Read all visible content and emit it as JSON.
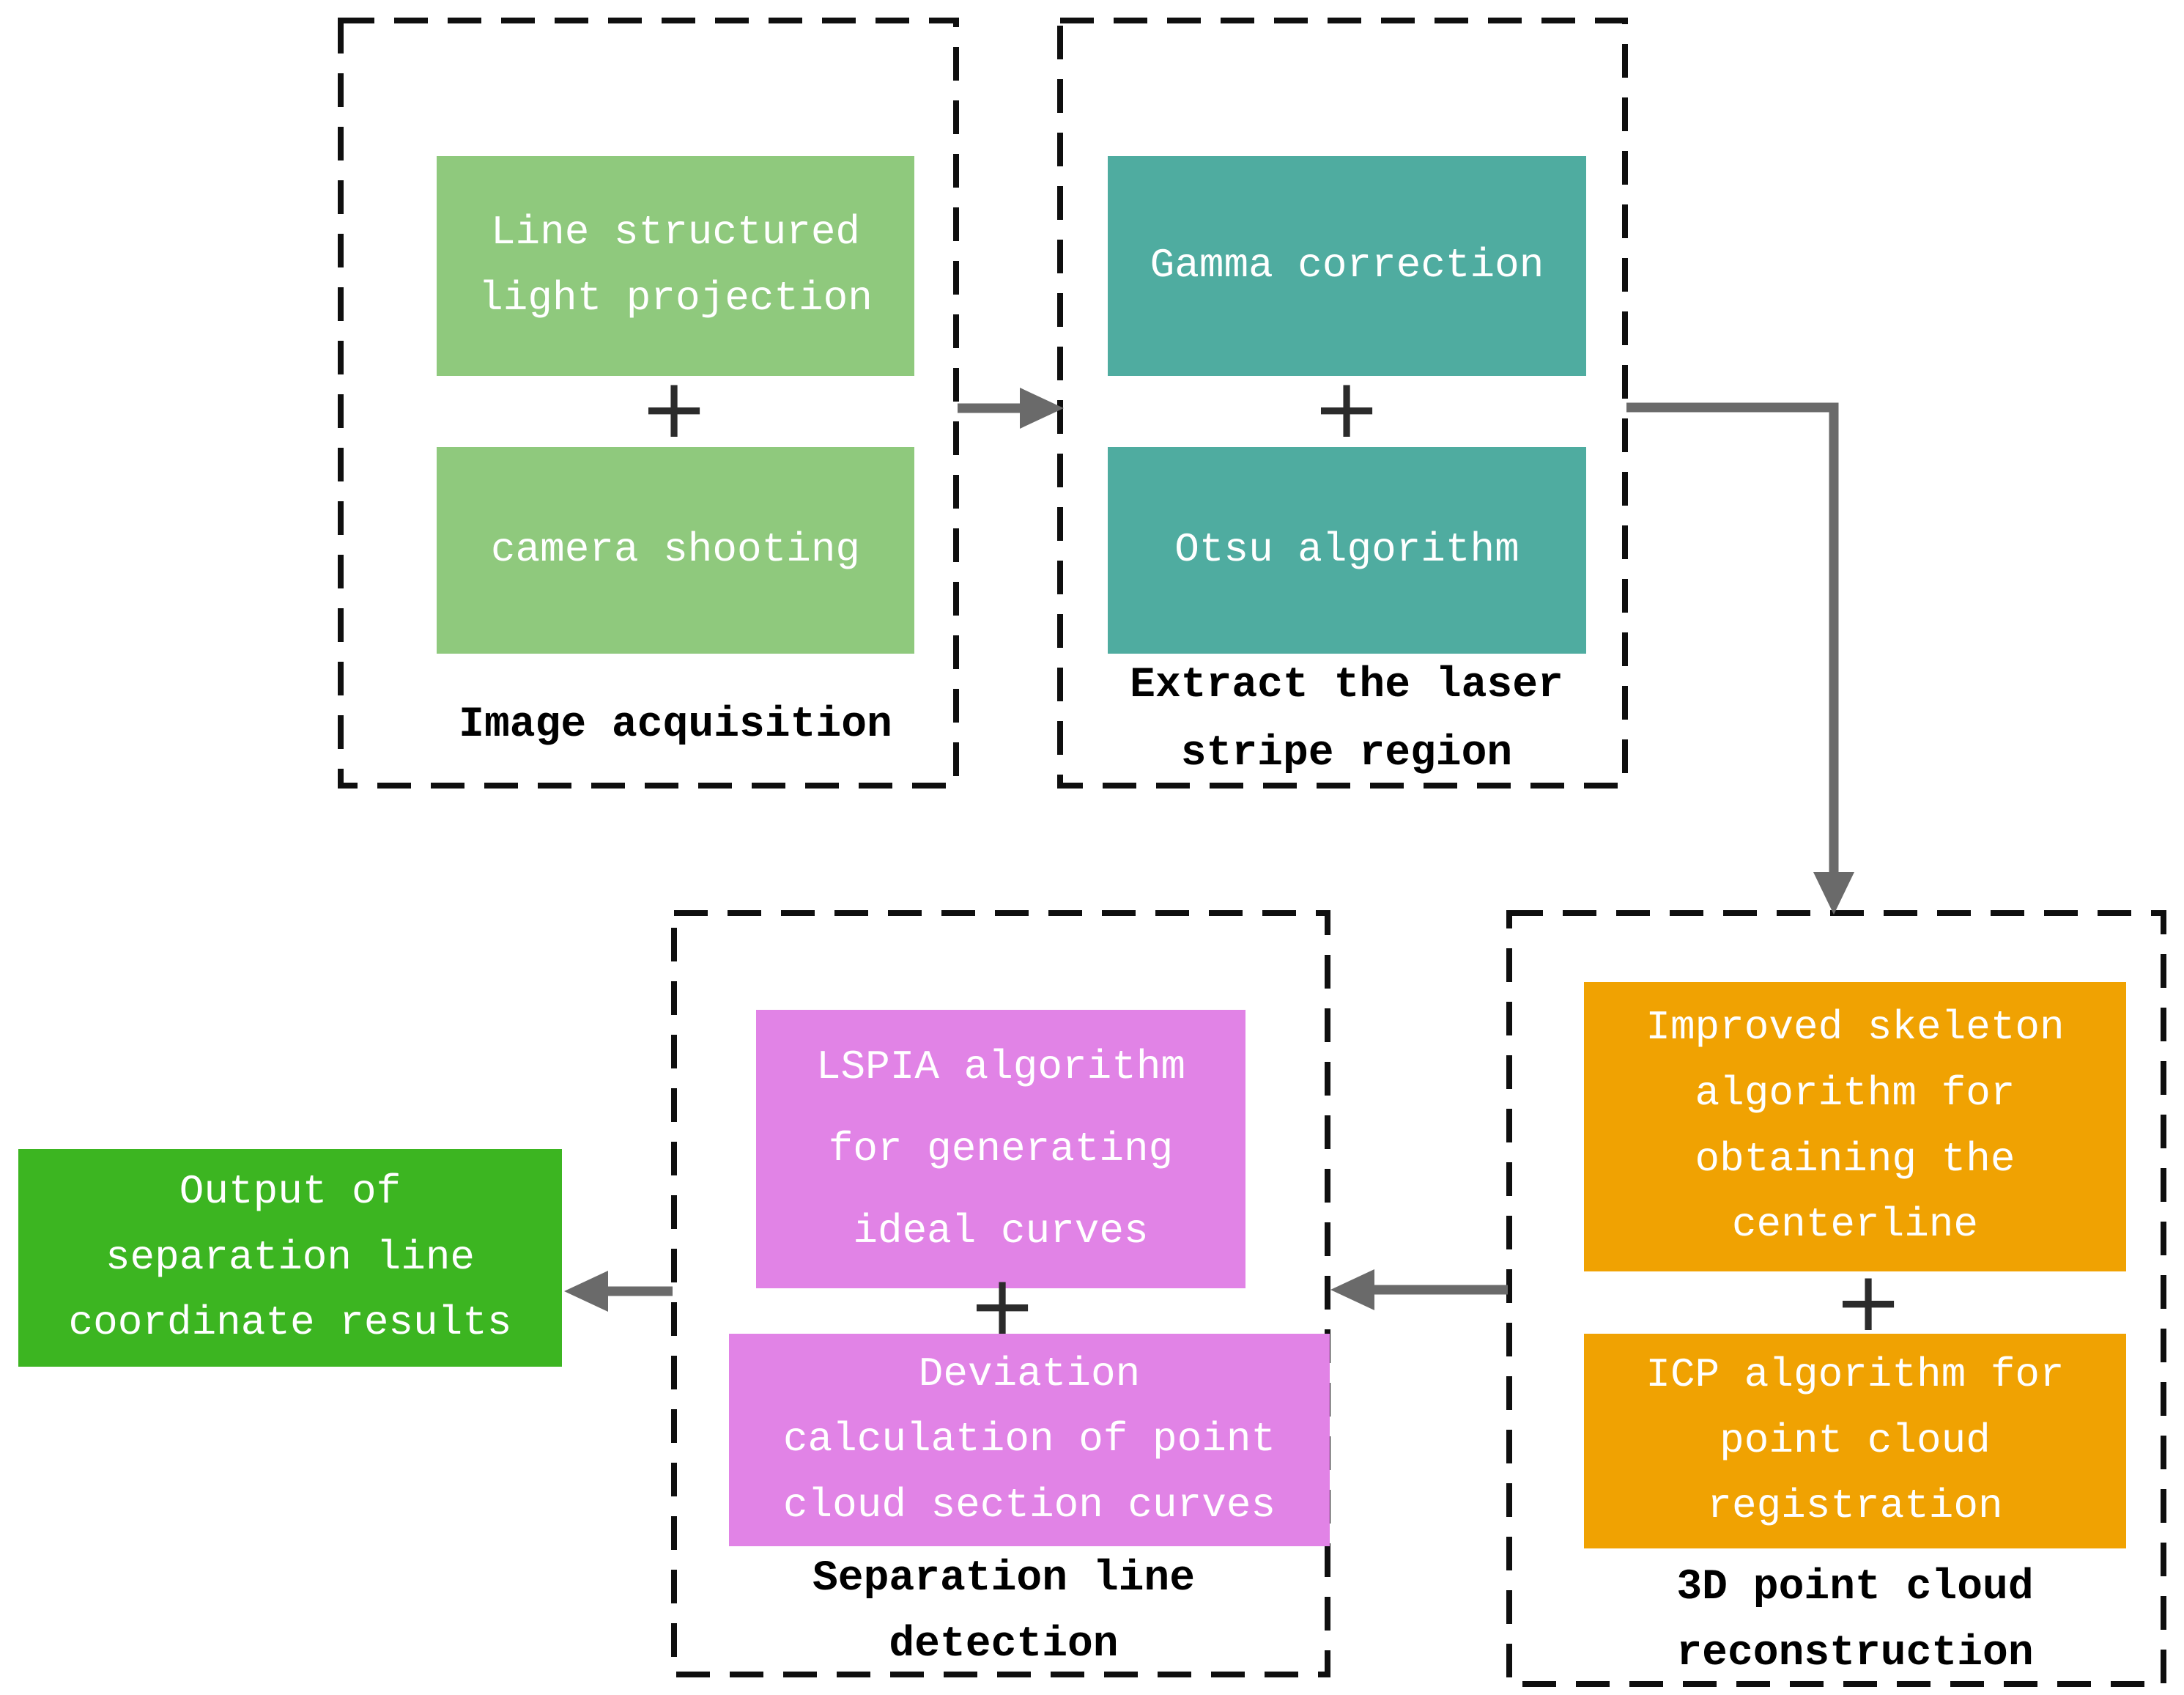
{
  "diagram": {
    "plus": "+",
    "groups": [
      {
        "label": "Image acquisition",
        "box1": "Line structured\nlight projection",
        "box2": "camera shooting"
      },
      {
        "label": "Extract the laser\nstripe region",
        "box1": "Gamma correction",
        "box2": "Otsu algorithm"
      },
      {
        "label": "3D point cloud\nreconstruction",
        "box1": "Improved skeleton\nalgorithm for\nobtaining the\ncenterline",
        "box2": "ICP algorithm for\npoint cloud\nregistration"
      },
      {
        "label": "Separation line\ndetection",
        "box1": "LSPIA algorithm\nfor generating\nideal curves",
        "box2": "Deviation\ncalculation of point\ncloud section curves"
      }
    ],
    "output_box": "Output of\nseparation line\ncoordinate results",
    "colors": {
      "light_green": "#8FC97D",
      "teal": "#4FACA0",
      "orange": "#F0A202",
      "pink": "#E183E6",
      "bright_green": "#3CB521",
      "arrow_gray": "#6A6A6A",
      "border": "#0F0F0F",
      "box_text": "#FFFFFF",
      "label_text": "#000000",
      "plus": "#2B2B2B"
    }
  }
}
